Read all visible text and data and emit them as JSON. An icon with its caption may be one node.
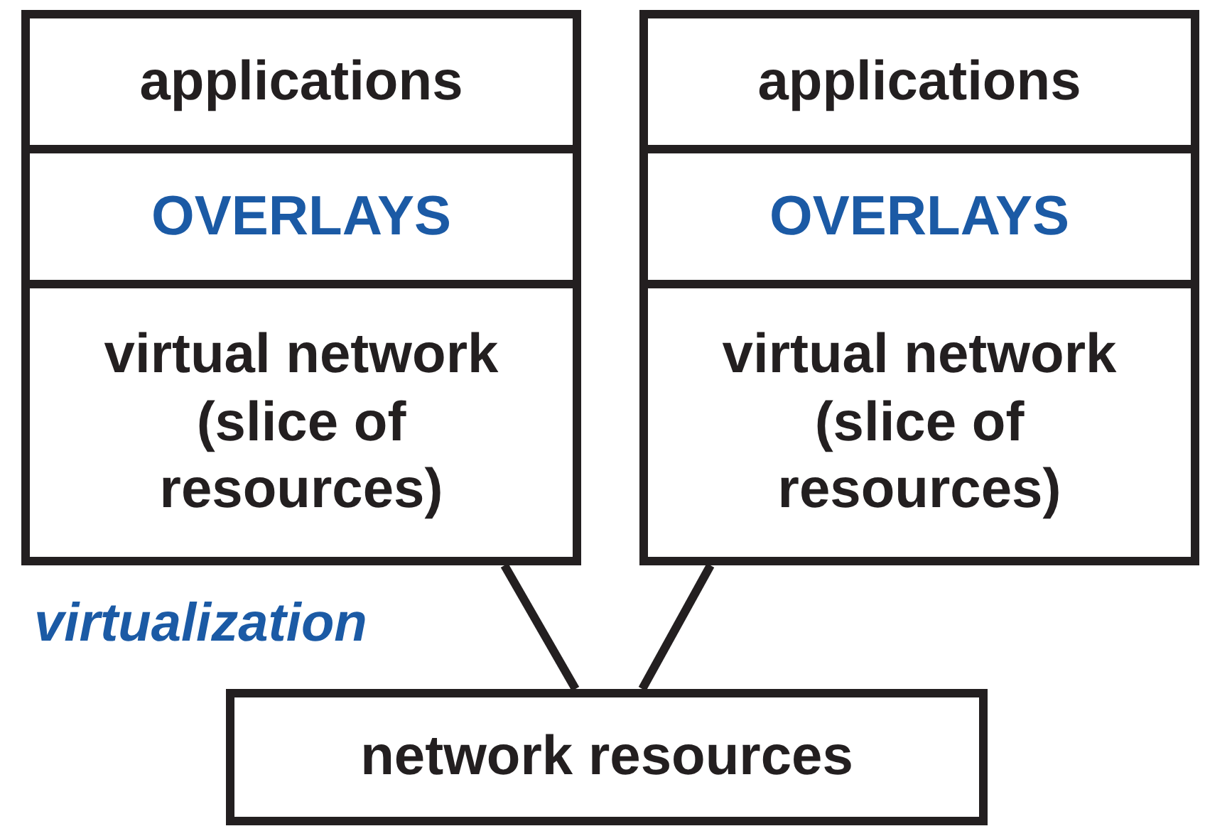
{
  "diagram": {
    "nodes": [
      {
        "text": [
          "applications"
        ]
      },
      {
        "text": [
          "OVERLAYS"
        ]
      },
      {
        "text": [
          "virtual network (slice of resources)"
        ]
      },
      {
        "text": [
          "applications"
        ]
      },
      {
        "text": [
          "OVERLAYS"
        ]
      },
      {
        "text": [
          "virtual network (slice of resources)"
        ]
      },
      {
        "text": [
          "network resources"
        ]
      }
    ],
    "edges": [
      {
        "from": 2,
        "to": 6,
        "arrow": "none"
      },
      {
        "from": 5,
        "to": 6,
        "arrow": "none"
      }
    ],
    "labels": [
      "virtualization"
    ]
  }
}
